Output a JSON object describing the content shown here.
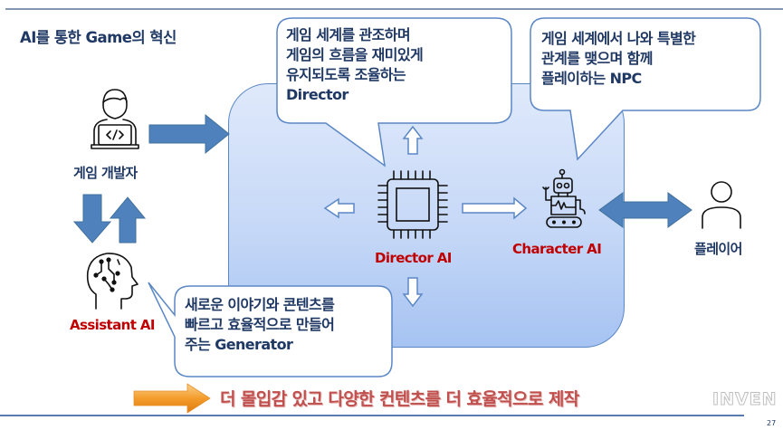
{
  "slide": {
    "title": "AI를 통한  Game의 혁신",
    "page_number": "27",
    "logo_text": "INVEN"
  },
  "actors": {
    "developer": {
      "label": "게임 개발자",
      "icon": "developer-laptop-icon"
    },
    "assistant_ai": {
      "label": "Assistant AI",
      "icon": "brain-circuit-icon"
    },
    "director_ai": {
      "label": "Director AI",
      "icon": "cpu-chip-icon"
    },
    "character_ai": {
      "label": "Character AI",
      "icon": "robot-icon"
    },
    "player": {
      "label": "플레이어",
      "icon": "person-icon"
    }
  },
  "callouts": {
    "director": {
      "lines": [
        "게임 세계를 관조하며",
        "게임의 흐름을 재미있게",
        "유지되도록 조율하는",
        "Director"
      ]
    },
    "character": {
      "lines": [
        "게임 세계에서 나와 특별한",
        "관계를 맺으며 함께",
        "플레이하는 NPC"
      ]
    },
    "assistant": {
      "lines": [
        "새로운 이야기와 콘텐츠를",
        "빠르고 효율적으로 만들어",
        "주는 Generator"
      ]
    }
  },
  "conclusion": {
    "text": "더 몰입감 있고 다양한 컨텐츠를 더 효율적으로 제작",
    "icon": "orange-arrow-right-icon"
  },
  "colors": {
    "title_navy": "#1f3864",
    "ai_label_red": "#c00000",
    "arrow_blue": "#4f81bd",
    "arrow_outline": "#41719c",
    "conclusion_red": "#c0504d",
    "conclusion_arrow_orange": "#f39c2b",
    "panel_light": "#dfe9fb",
    "panel_dark": "#a6c3f2"
  }
}
